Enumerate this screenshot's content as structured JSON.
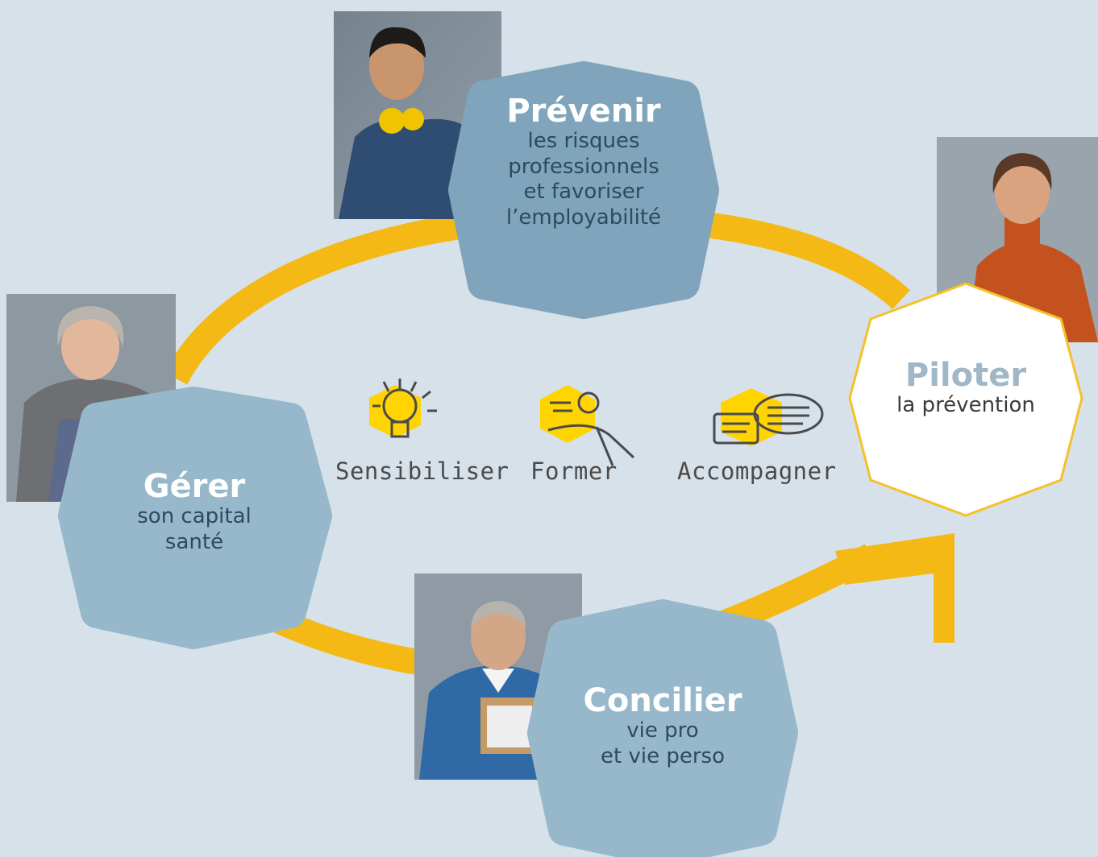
{
  "colors": {
    "background": "#d6e1ea",
    "hex_blue": "#93b5c8",
    "hex_blue_dark": "#7fa4bb",
    "loop_yellow": "#f5b915",
    "pilot_border": "#f5c12a",
    "pilot_title": "#9fb7c6",
    "icon_yellow": "#ffd400"
  },
  "nodes": {
    "prevenir": {
      "title": "Prévenir",
      "lines": [
        "les risques",
        "professionnels",
        "et favoriser",
        "l’employabilité"
      ]
    },
    "piloter": {
      "title": "Piloter",
      "lines": [
        "la prévention"
      ]
    },
    "gerer": {
      "title": "Gérer",
      "lines": [
        "son capital",
        "santé"
      ]
    },
    "concilier": {
      "title": "Concilier",
      "lines": [
        "vie pro",
        "et vie perso"
      ]
    }
  },
  "actions": [
    {
      "label": "Sensibiliser",
      "icon": "lightbulb-icon"
    },
    {
      "label": "Former",
      "icon": "training-person-icon"
    },
    {
      "label": "Accompagner",
      "icon": "speech-bubbles-icon"
    }
  ],
  "photos": [
    {
      "name": "worker-photo",
      "subject": "young worker with ear protection"
    },
    {
      "name": "manager-woman-photo",
      "subject": "smiling woman in orange turtleneck"
    },
    {
      "name": "senior-woman-photo",
      "subject": "older woman in apron"
    },
    {
      "name": "man-clipboard-photo",
      "subject": "man holding clipboard"
    }
  ]
}
